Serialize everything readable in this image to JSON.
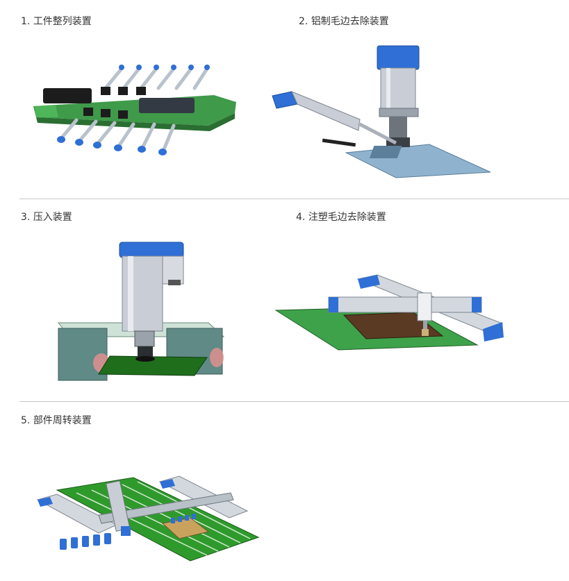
{
  "items": [
    {
      "number": "1.",
      "title": "工件整列装置"
    },
    {
      "number": "2.",
      "title": "铝制毛边去除装置"
    },
    {
      "number": "3.",
      "title": "压入装置"
    },
    {
      "number": "4.",
      "title": "注塑毛边去除装置"
    },
    {
      "number": "5.",
      "title": "部件周转装置"
    }
  ],
  "colors": {
    "text": "#333333",
    "divider": "#c8c8c8",
    "conveyor_green": "#3f9a4a",
    "pcb_green": "#2f9a2c",
    "metal": "#c9ced6",
    "cap_blue": "#2f6fd6",
    "plate_blue": "#8fb3cf"
  }
}
